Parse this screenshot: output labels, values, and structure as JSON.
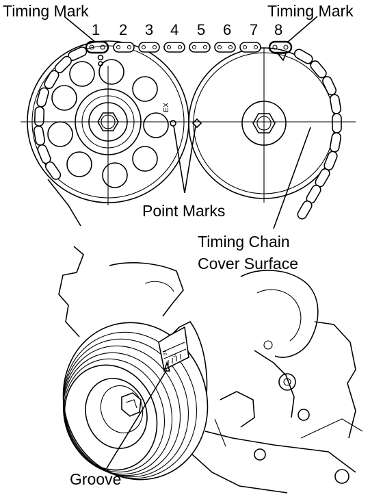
{
  "labels": {
    "timing_mark_left": "Timing Mark",
    "timing_mark_right": "Timing Mark",
    "point_marks": "Point Marks",
    "cover_surface_line1": "Timing Chain",
    "cover_surface_line2": "Cover Surface",
    "groove": "Groove",
    "ex_mark": "EX"
  },
  "link_numbers": [
    "1",
    "2",
    "3",
    "4",
    "5",
    "6",
    "7",
    "8"
  ],
  "scale_marks": [
    "10",
    "0"
  ]
}
